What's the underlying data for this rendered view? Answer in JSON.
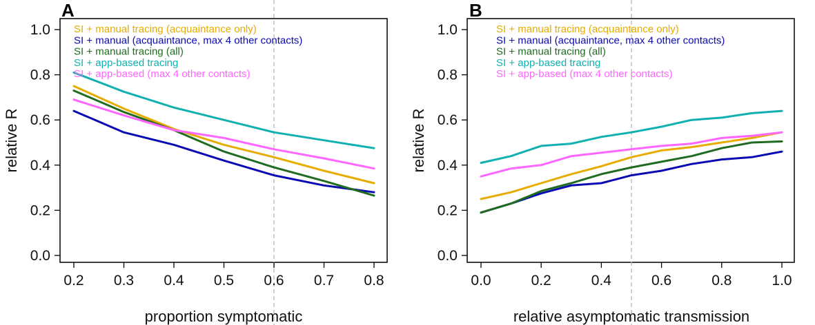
{
  "chart_data": [
    {
      "type": "line",
      "panel": "A",
      "xlabel": "proportion symptomatic",
      "ylabel": "relative R",
      "xlim": [
        0.2,
        0.8
      ],
      "ylim": [
        0.0,
        1.0
      ],
      "x_ticks": [
        "0.2",
        "0.3",
        "0.4",
        "0.5",
        "0.6",
        "0.7",
        "0.8"
      ],
      "y_ticks": [
        "0.0",
        "0.2",
        "0.4",
        "0.6",
        "0.8",
        "1.0"
      ],
      "reference_line_x": 0.6,
      "legend_position": "top-left",
      "x": [
        0.2,
        0.3,
        0.4,
        0.5,
        0.6,
        0.7,
        0.8
      ],
      "series": [
        {
          "name": "SI + manual tracing (acquaintance only)",
          "color": "#e6ac00",
          "values": [
            0.75,
            0.65,
            0.56,
            0.49,
            0.435,
            0.375,
            0.32
          ]
        },
        {
          "name": "SI + manual (acquaintance, max 4 other contacts)",
          "color": "#0a0ab4",
          "values": [
            0.64,
            0.545,
            0.49,
            0.42,
            0.355,
            0.31,
            0.28
          ]
        },
        {
          "name": "SI + manual tracing (all)",
          "color": "#1f6b1f",
          "values": [
            0.73,
            0.635,
            0.555,
            0.46,
            0.39,
            0.33,
            0.265
          ]
        },
        {
          "name": "SI + app-based tracing",
          "color": "#11b0b0",
          "values": [
            0.81,
            0.725,
            0.655,
            0.6,
            0.545,
            0.51,
            0.475
          ]
        },
        {
          "name": "SI + app-based (max 4 other contacts)",
          "color": "#ff66ff",
          "values": [
            0.69,
            0.62,
            0.555,
            0.52,
            0.47,
            0.43,
            0.385
          ]
        }
      ]
    },
    {
      "type": "line",
      "panel": "B",
      "xlabel": "relative asymptomatic transmission",
      "ylabel": "relative R",
      "xlim": [
        0.0,
        1.0
      ],
      "ylim": [
        0.0,
        1.0
      ],
      "x_ticks": [
        "0.0",
        "0.2",
        "0.4",
        "0.6",
        "0.8",
        "1.0"
      ],
      "y_ticks": [
        "0.0",
        "0.2",
        "0.4",
        "0.6",
        "0.8",
        "1.0"
      ],
      "reference_line_x": 0.5,
      "legend_position": "top",
      "x": [
        0.0,
        0.1,
        0.2,
        0.3,
        0.4,
        0.5,
        0.6,
        0.7,
        0.8,
        0.9,
        1.0
      ],
      "series": [
        {
          "name": "SI + manual tracing (acquaintance only)",
          "color": "#e6ac00",
          "values": [
            0.25,
            0.28,
            0.32,
            0.36,
            0.395,
            0.435,
            0.465,
            0.48,
            0.5,
            0.52,
            0.545
          ]
        },
        {
          "name": "SI + manual (acquaintance, max 4 other contacts)",
          "color": "#0a0ab4",
          "values": [
            0.19,
            0.23,
            0.275,
            0.31,
            0.32,
            0.355,
            0.375,
            0.405,
            0.425,
            0.435,
            0.46
          ]
        },
        {
          "name": "SI + manual tracing (all)",
          "color": "#1f6b1f",
          "values": [
            0.19,
            0.23,
            0.285,
            0.32,
            0.36,
            0.39,
            0.415,
            0.44,
            0.475,
            0.5,
            0.505
          ]
        },
        {
          "name": "SI + app-based tracing",
          "color": "#11b0b0",
          "values": [
            0.41,
            0.44,
            0.485,
            0.495,
            0.525,
            0.545,
            0.57,
            0.6,
            0.61,
            0.63,
            0.64
          ]
        },
        {
          "name": "SI + app-based (max 4 other contacts)",
          "color": "#ff66ff",
          "values": [
            0.35,
            0.385,
            0.4,
            0.44,
            0.455,
            0.47,
            0.485,
            0.495,
            0.52,
            0.53,
            0.545
          ]
        }
      ]
    }
  ]
}
